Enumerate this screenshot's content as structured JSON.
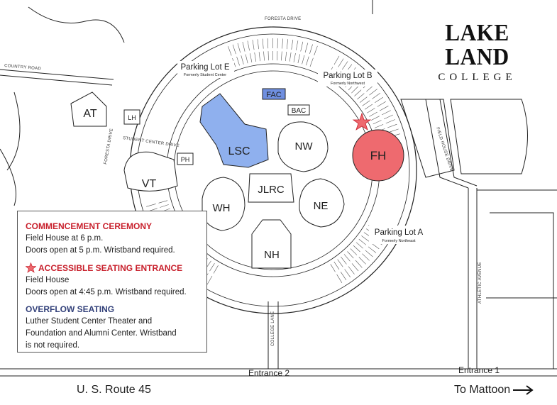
{
  "logo": {
    "line1": "LAKE LAND",
    "line2": "COLLEGE"
  },
  "buildings": {
    "at": "AT",
    "lh": "LH",
    "ph": "PH",
    "vt": "VT",
    "lsc": "LSC",
    "fac": "FAC",
    "bac": "BAC",
    "nw": "NW",
    "fh": "FH",
    "jlrc": "JLRC",
    "wh": "WH",
    "ne": "NE",
    "nh": "NH"
  },
  "lots": {
    "e": {
      "name": "Parking Lot E",
      "former": "Formerly Student Center"
    },
    "b": {
      "name": "Parking Lot B",
      "former": "Formerly Northwest"
    },
    "a": {
      "name": "Parking Lot A",
      "former": "Formerly Northeast"
    }
  },
  "roads": {
    "foresta_drive": "FORESTA DRIVE",
    "country_road": "COUNTRY ROAD",
    "student_center_drive": "STUDENT CENTER DRIVE",
    "foresta_drive_west": "FORESTA DRIVE",
    "college_lane": "COLLEGE LANE",
    "athletic_avenue": "ATHLETIC AVENUE",
    "field_house_drive": "FIELD HOUSE DRIVE",
    "entrance_1": "Entrance 1",
    "entrance_2": "Entrance 2",
    "route": "U. S. Route 45",
    "to_mattoon": "To Mattoon"
  },
  "legend": {
    "ceremony": {
      "title": "COMMENCEMENT CEREMONY",
      "line1": "Field House at 6 p.m.",
      "line2": "Doors open at 5 p.m. Wristband required."
    },
    "accessible": {
      "title": "ACCESSIBLE SEATING ENTRANCE",
      "line1": "Field House",
      "line2": "Doors open at 4:45 p.m. Wristband required."
    },
    "overflow": {
      "title": "OVERFLOW SEATING",
      "line1": "Luther Student Center Theater and",
      "line2": "Foundation and Alumni Center. Wristband",
      "line3": "is not required."
    }
  },
  "colors": {
    "fh_red": "#ee6a6f",
    "lsc_blue": "#8fb0ee",
    "fac_blue": "#6f8fe0",
    "star_red": "#ee6a6f",
    "legend_red": "#c8202c",
    "legend_blue": "#33417a"
  },
  "icons": {
    "accessible_star": "star-icon",
    "arrow": "arrow-right-icon"
  }
}
